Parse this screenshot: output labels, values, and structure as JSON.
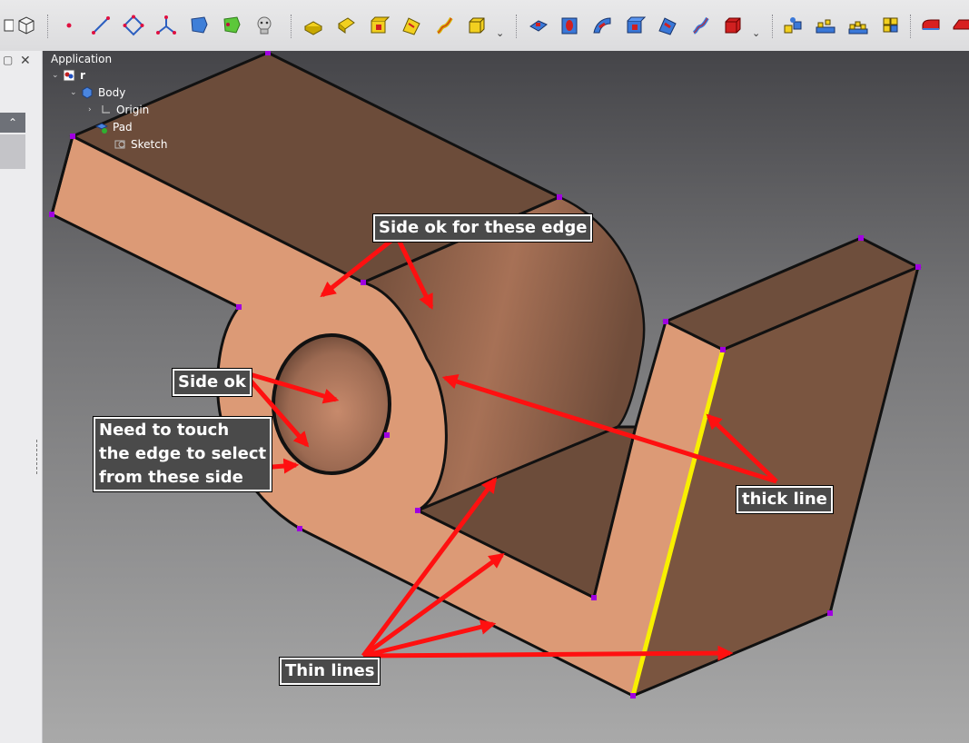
{
  "colors": {
    "face_light": "#dc9a76",
    "face_dark": "#6e4e3c",
    "face_mid": "#8a5f47",
    "edge": "#111111",
    "highlight": "#f8f000",
    "vertex": "#a000e0",
    "arrow": "#ff1010"
  },
  "toolbar": {
    "icons": [
      "part-box-icon",
      "sketch-point-icon",
      "sketch-line-icon",
      "sketch-rect-icon",
      "sketch-axes-icon",
      "shape-binder-icon",
      "subshape-binder-icon",
      "clone-icon",
      "pad-icon",
      "revolution-icon",
      "loft-icon",
      "pipe-icon",
      "helix-icon",
      "additive-box-icon",
      "pocket-icon",
      "hole-icon",
      "groove-icon",
      "subtractive-loft-icon",
      "subtractive-pipe-icon",
      "subtractive-helix-icon",
      "subtractive-box-icon",
      "mirror-icon",
      "linear-pattern-icon",
      "polar-pattern-icon",
      "multitransform-icon",
      "fillet-icon",
      "chamfer-icon"
    ],
    "more_glyph": "⌄"
  },
  "left_panel": {
    "head_icon_left": "▢",
    "head_icon_right": "✕",
    "collapse_glyph": "⌃"
  },
  "tree": {
    "root_label": "Application",
    "nodes": [
      {
        "label": "r",
        "twisty": "⌄"
      },
      {
        "label": "Body",
        "twisty": "⌄"
      },
      {
        "label": "Origin",
        "twisty": "›"
      },
      {
        "label": "Pad",
        "twisty": ""
      },
      {
        "label": "Sketch",
        "twisty": ""
      }
    ]
  },
  "annotations": {
    "side_ok_edge": "Side ok for these edge",
    "side_ok": "Side ok",
    "need_touch": [
      "Need to touch",
      "the edge to select",
      "from these side"
    ],
    "thick_line": "thick line",
    "thin_lines": "Thin lines"
  }
}
